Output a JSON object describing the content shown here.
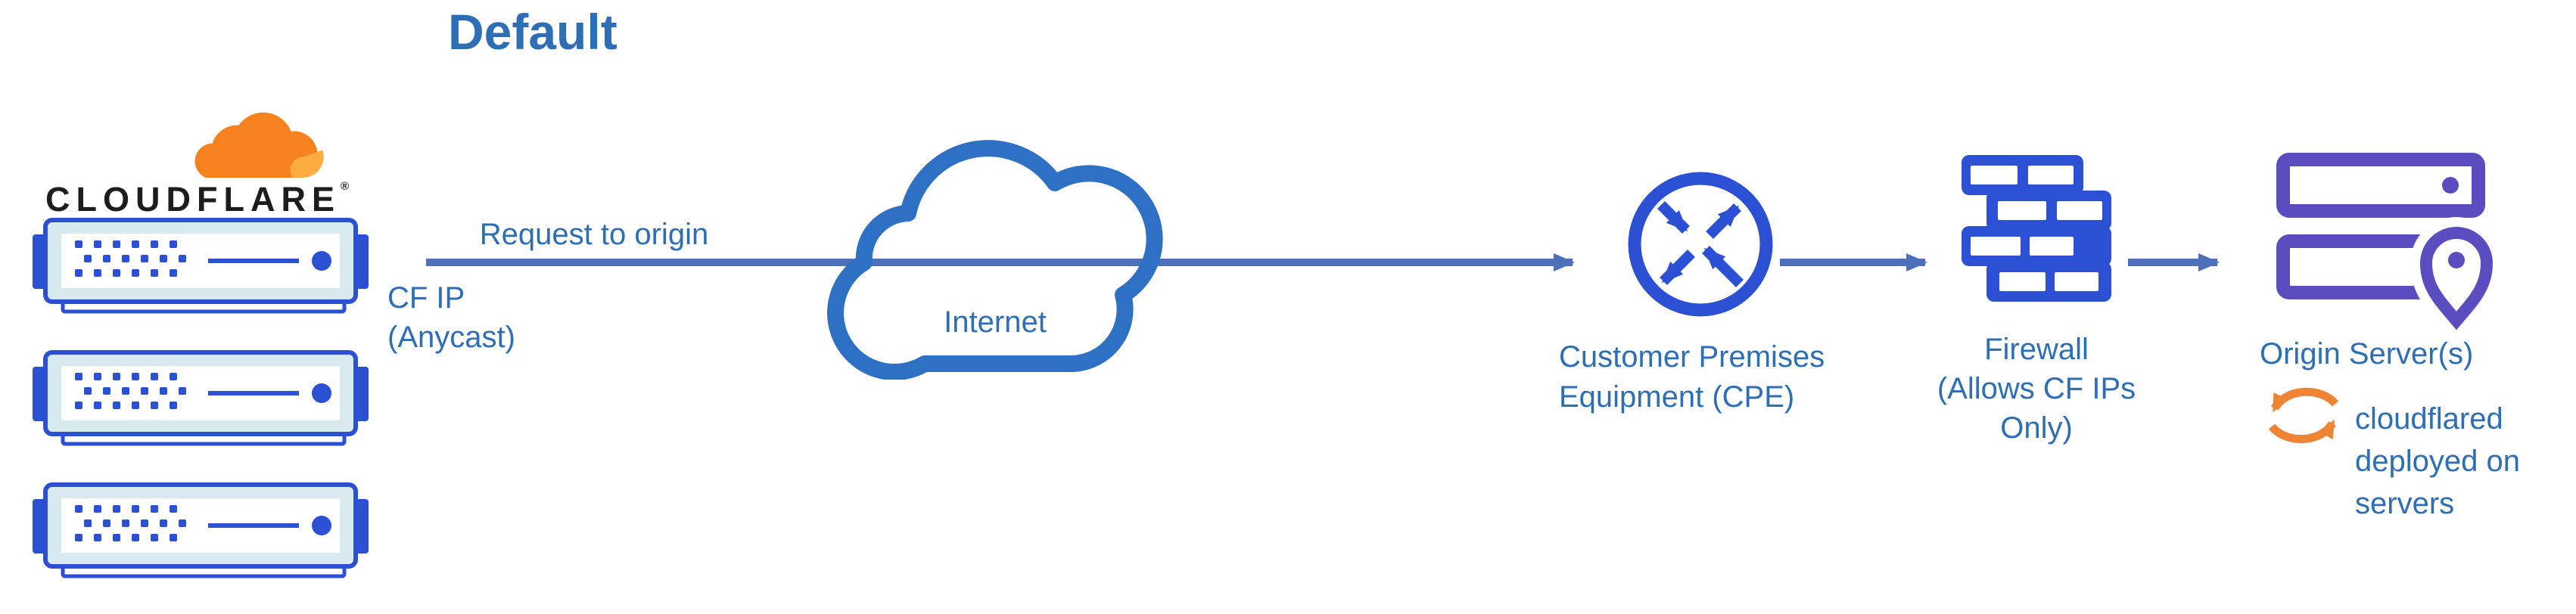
{
  "title": "Default",
  "cloudflare_node": {
    "wordmark": "CLOUDFLARE",
    "registered_mark": "®"
  },
  "request_flow": {
    "label": "Request to origin",
    "sublabel": "CF IP\n(Anycast)"
  },
  "internet_node": {
    "label": "Internet"
  },
  "cpe_node": {
    "label": "Customer Premises\nEquipment (CPE)"
  },
  "firewall_node": {
    "label": "Firewall\n(Allows CF IPs Only)"
  },
  "origin_node": {
    "label": "Origin Server(s)",
    "note": "cloudflared\ndeployed on\nservers"
  },
  "icons": {
    "cloudflare-logo-icon": "orange cloud logo",
    "server-rack-icon": "blue edge server unit (x3)",
    "internet-cloud-icon": "blue cloud outline",
    "cpe-router-icon": "circle with four crossing arrows",
    "firewall-icon": "blue brick wall",
    "origin-server-icon": "stacked server bars",
    "location-pin-icon": "map pin on server",
    "sync-icon": "orange circular arrows"
  },
  "colors": {
    "text_blue": "#2d6eb5",
    "icon_blue": "#2b50d3",
    "cloud_blue": "#2e71c4",
    "arrow_blue": "#4c70ba",
    "cf_orange": "#f6821f",
    "cf_orange_light": "#fbad41",
    "sync_orange": "#ee8434",
    "purple": "#5b4cc0",
    "bezel_blue": "#d8e9f0",
    "ink": "#1d1d1f"
  }
}
